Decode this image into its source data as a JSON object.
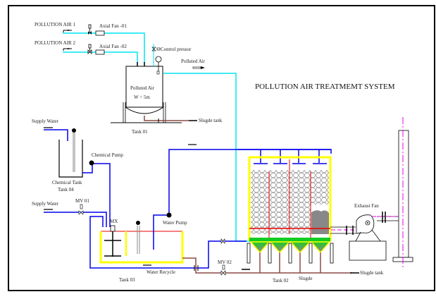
{
  "title": "POLLUTION AIR TREATMEMT SYSTEM",
  "colors": {
    "air_line": "#00e5f0",
    "water_line": "#0000ee",
    "sludge_line": "#8b4a45",
    "tank_wall": "#ffff00",
    "divider": "#ee0000",
    "packing": "#b0b0b0",
    "hopper": "#11cc22",
    "centerline": "#ee00ee",
    "border": "#000000"
  },
  "labels": {
    "pollution_air_1": "POLLUTION AIR 1",
    "pollution_air_2": "POLLUTION AIR 2",
    "axial_fan_1": "Axial Fan -01",
    "axial_fan_2": "Axial Fan -02",
    "control_pressor": "Control pressor",
    "polluted_air_out": "Polluted Air",
    "tank01_content": "Polluted Air",
    "tank01_width": "W = 5m",
    "sludge_tank_1": "Slugde tank",
    "tank01": "Tank 01",
    "supply_water_1": "Supply Water",
    "chemical_pump": "Chemical Pump",
    "chemical_tank": "Chemical Tank",
    "tank04": "Tank 04",
    "supply_water_2": "Supply Water",
    "mv01": "MV 01",
    "mx": "MX",
    "water_pump": "Water Pump",
    "water_recycle": "Water Recycle",
    "tank03": "Tank 03",
    "mv02": "MV 02",
    "tank02": "Tank 02",
    "sludge": "Slugde",
    "sludge_tank_2": "Slugde tank",
    "exhaust_fan": "Exhaust Fan"
  }
}
